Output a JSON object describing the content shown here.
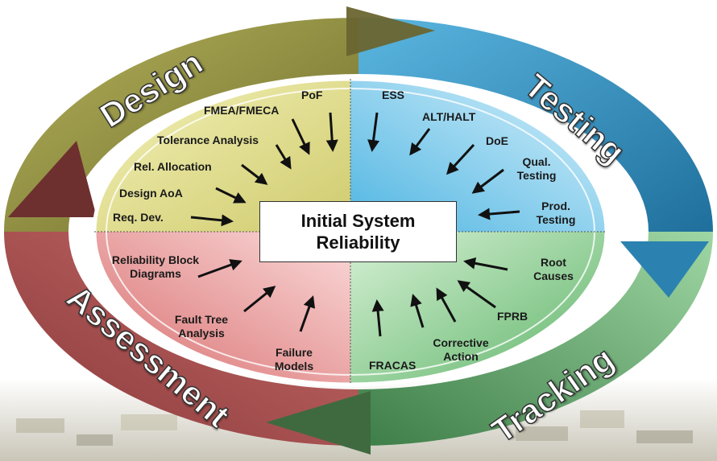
{
  "center": {
    "line1": "Initial System",
    "line2": "Reliability"
  },
  "phases": {
    "design": "Design",
    "testing": "Testing",
    "tracking": "Tracking",
    "assessment": "Assessment"
  },
  "design_items": {
    "pof": "PoF",
    "fmea": "FMEA/FMECA",
    "tolerance": "Tolerance Analysis",
    "allocation": "Rel. Allocation",
    "aoa": "Design AoA",
    "req_dev": "Req. Dev."
  },
  "testing_items": {
    "ess": "ESS",
    "alt_halt": "ALT/HALT",
    "doe": "DoE",
    "qual_1": "Qual.",
    "qual_2": "Testing",
    "prod_1": "Prod.",
    "prod_2": "Testing"
  },
  "tracking_items": {
    "root_1": "Root",
    "root_2": "Causes",
    "fprb": "FPRB",
    "corrective_1": "Corrective",
    "corrective_2": "Action",
    "fracas": "FRACAS"
  },
  "assessment_items": {
    "rbd_1": "Reliability Block",
    "rbd_2": "Diagrams",
    "fta_1": "Fault Tree",
    "fta_2": "Analysis",
    "failure_1": "Failure",
    "failure_2": "Models"
  },
  "colors": {
    "design": "#e6e39a",
    "testing": "#7fd0ef",
    "tracking": "#8fcf8f",
    "assessment": "#ef9f9f",
    "design_arrow": "#6b6a2e",
    "testing_arrow": "#2a85b5",
    "tracking_arrow": "#5fa86a",
    "assessment_arrow": "#7a3535"
  }
}
